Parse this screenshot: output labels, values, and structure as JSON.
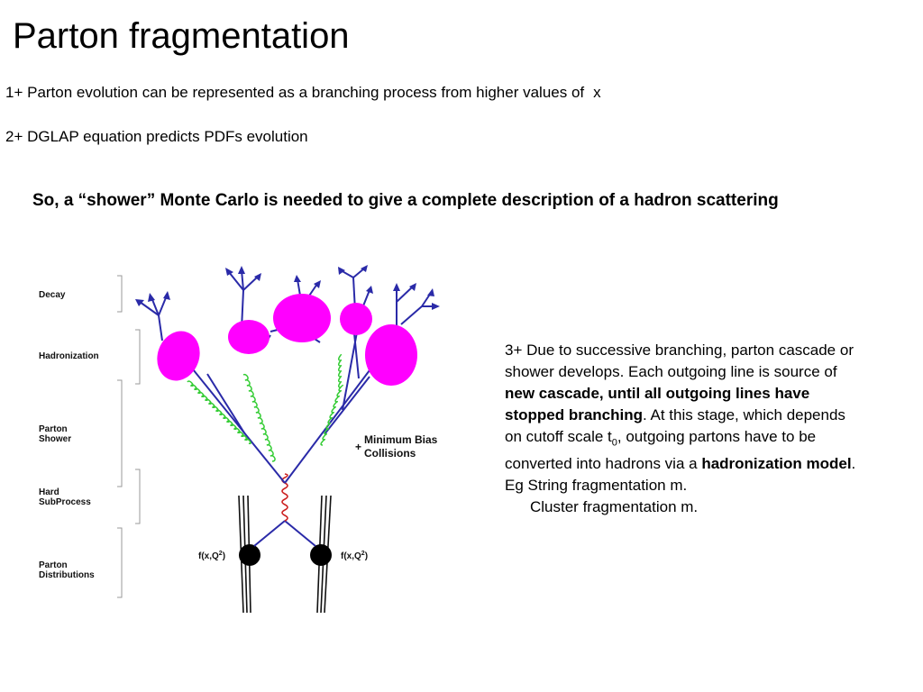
{
  "slide": {
    "title": "Parton fragmentation",
    "point1": "1+ Parton evolution can be represented as a branching process from higher values of",
    "point1_var": "x",
    "point2": "2+ DGLAP equation predicts PDFs evolution",
    "conclusion": "So, a “shower” Monte Carlo is needed to give a complete description of a hadron scattering"
  },
  "description": {
    "intro": "3+ Due to successive branching, parton cascade or shower develops. Each outgoing line is source of ",
    "bold1": "new cascade, until all outgoing lines have stopped branching",
    "mid1": ". At this stage, which depends on cutoff scale t",
    "sub": "0",
    "mid2": ", outgoing partons have to be converted into hadrons via a ",
    "bold2": "hadronization model",
    "end": ".",
    "line2": "Eg String fragmentation m.",
    "line3": "Cluster fragmentation m."
  },
  "diagram": {
    "stage_labels": {
      "decay": "Decay",
      "hadronization": "Hadronization",
      "parton_shower_1": "Parton",
      "parton_shower_2": "Shower",
      "hard_1": "Hard",
      "hard_2": "SubProcess",
      "pdf_1": "Parton",
      "pdf_2": "Distributions"
    },
    "pdf_left": "f(x,Q",
    "pdf_right": "f(x,Q",
    "pdf_sup": "2",
    "pdf_close": ")",
    "min_bias_plus": "+",
    "min_bias_1": "Minimum Bias",
    "min_bias_2": "Collisions",
    "colors": {
      "parton_line": "#2a2aa8",
      "gluon": "#33cc33",
      "cluster": "#ff00ff",
      "hard_process": "#cc2222"
    }
  }
}
